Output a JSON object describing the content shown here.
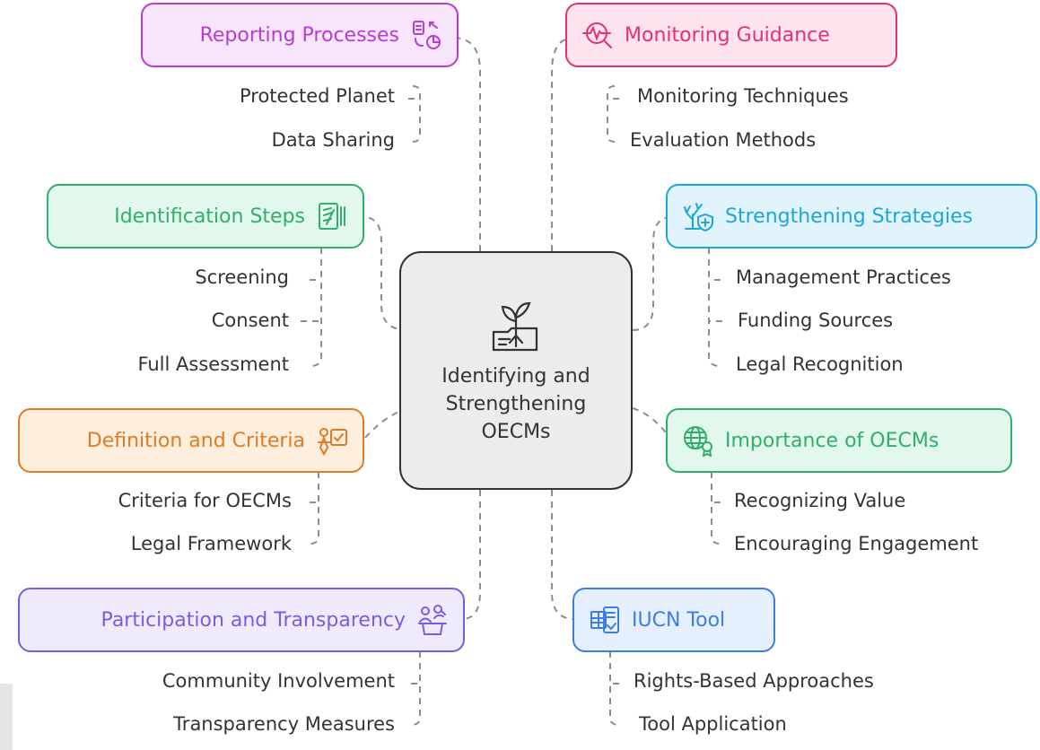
{
  "center": {
    "title": "Identifying and Strengthening OECMs",
    "icon": "plant-seedling-icon"
  },
  "branches": {
    "reporting": {
      "label": "Reporting Processes",
      "icon": "report-chart-icon",
      "color": "#b93ad6",
      "fill": "#f7e6fb",
      "items": [
        "Protected Planet",
        "Data Sharing"
      ]
    },
    "identification": {
      "label": "Identification Steps",
      "icon": "checklist-icon",
      "color": "#2fae6c",
      "fill": "#e3f8ec",
      "items": [
        "Screening",
        "Consent",
        "Full Assessment"
      ]
    },
    "definition": {
      "label": "Definition and Criteria",
      "icon": "person-checklist-icon",
      "color": "#e07b24",
      "fill": "#fdeedd",
      "items": [
        "Criteria for OECMs",
        "Legal Framework"
      ]
    },
    "participation": {
      "label": "Participation and Transparency",
      "icon": "people-podium-icon",
      "color": "#7a5ce0",
      "fill": "#efebfc",
      "items": [
        "Community Involvement",
        "Transparency Measures"
      ]
    },
    "monitoring": {
      "label": "Monitoring Guidance",
      "icon": "magnifier-pulse-icon",
      "color": "#e0317a",
      "fill": "#fde3ee",
      "items": [
        "Monitoring Techniques",
        "Evaluation Methods"
      ]
    },
    "strengthening": {
      "label": "Strengthening Strategies",
      "icon": "tree-shield-icon",
      "color": "#1fa6d8",
      "fill": "#e1f4fc",
      "items": [
        "Management Practices",
        "Funding Sources",
        "Legal Recognition"
      ]
    },
    "importance": {
      "label": "Importance of OECMs",
      "icon": "globe-award-icon",
      "color": "#2fae6c",
      "fill": "#e3f8ec",
      "items": [
        "Recognizing Value",
        "Encouraging Engagement"
      ]
    },
    "iucn": {
      "label": "IUCN Tool",
      "icon": "tool-document-icon",
      "color": "#3d7fe0",
      "fill": "#e6effd",
      "items": [
        "Rights-Based Approaches",
        "Tool Application"
      ]
    }
  }
}
